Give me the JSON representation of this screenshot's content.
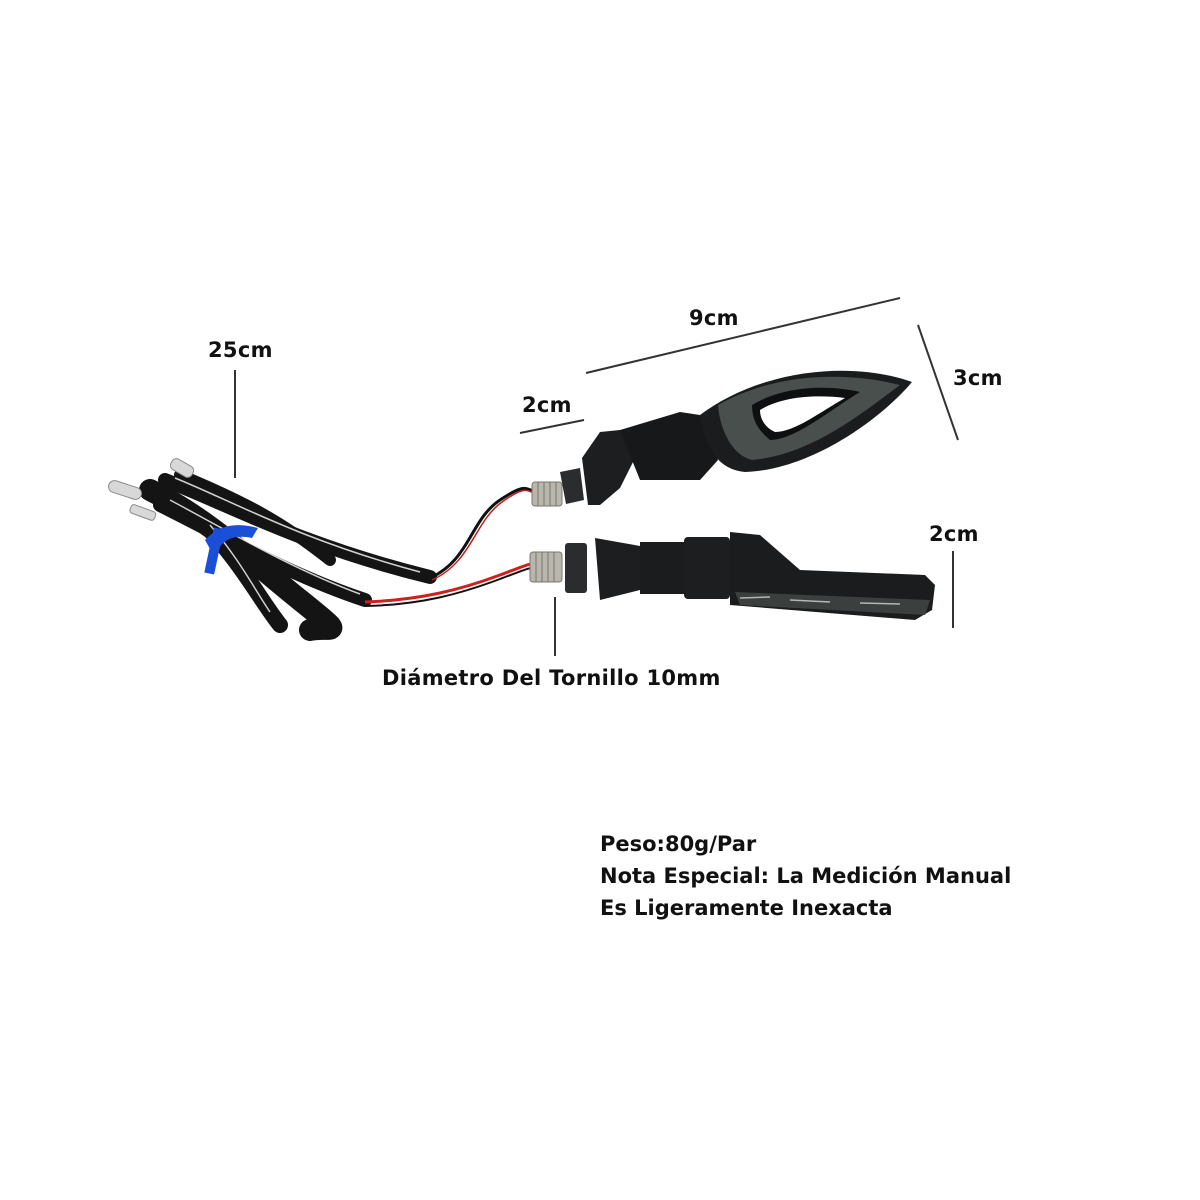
{
  "product": {
    "subject": "pair of motorcycle LED turn signal indicators with wiring",
    "colors": {
      "background": "#ffffff",
      "body": "#1a1c1e",
      "wire_red": "#d0201e",
      "wire_black": "#111111",
      "tie_blue": "#1b4fd8",
      "bolt": "#b9b6ae",
      "dimension_line": "#333333"
    }
  },
  "dimensions": {
    "cable_length": "25cm",
    "body_length": "9cm",
    "neck_length": "2cm",
    "head_height": "3cm",
    "side_height": "2cm",
    "bolt_diameter": "Diámetro Del Tornillo 10mm"
  },
  "notes": {
    "weight": "Peso:80g/Par",
    "note_line1": "Nota Especial: La Medición Manual",
    "note_line2": "Es Ligeramente Inexacta"
  }
}
